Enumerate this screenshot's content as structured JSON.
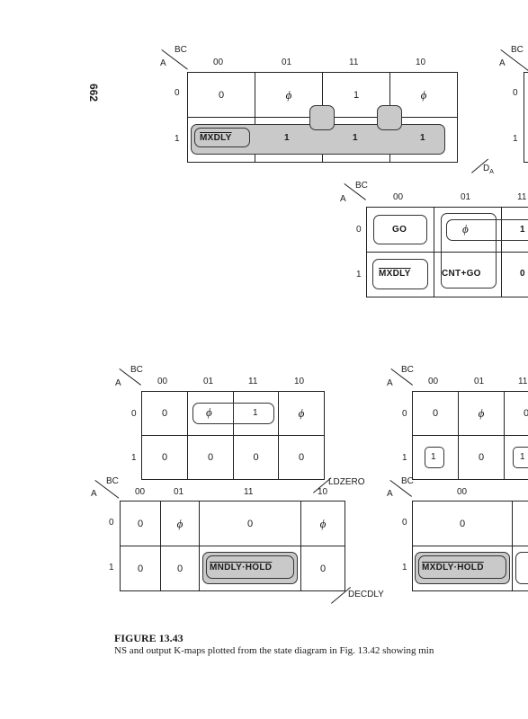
{
  "page_number": "662",
  "caption": {
    "title": "FIGURE 13.43",
    "text": "NS and output K-maps plotted from the state diagram in Fig. 13.42 showing min"
  },
  "headers": {
    "rowvar": "A",
    "colvar": "BC",
    "cols": [
      "00",
      "01",
      "11",
      "10"
    ],
    "rows": [
      "0",
      "1"
    ]
  },
  "maps": {
    "da": {
      "label": "D",
      "label_sub": "A",
      "cells": [
        [
          "0",
          "ϕ",
          "1",
          "ϕ"
        ],
        [
          "MXDLY",
          "1",
          "1",
          "1"
        ]
      ]
    },
    "db": {
      "cells": [
        [
          "GO",
          "ϕ",
          "1"
        ],
        [
          "MXDLY",
          "CNT+GO",
          "0"
        ]
      ]
    },
    "ldzero": {
      "label": "LDZERO",
      "cells": [
        [
          "0",
          "ϕ",
          "1",
          "ϕ"
        ],
        [
          "0",
          "0",
          "0",
          "0"
        ]
      ]
    },
    "map4": {
      "cells": [
        [
          "0",
          "ϕ",
          "0"
        ],
        [
          "1",
          "0",
          "1"
        ]
      ]
    },
    "decdly": {
      "label": "DECDLY",
      "cells": [
        [
          "0",
          "ϕ",
          "0",
          "ϕ"
        ],
        [
          "0",
          "0",
          "MNDLY·HOLD",
          "0"
        ]
      ]
    },
    "map6": {
      "cells": [
        [
          "0"
        ],
        [
          "MXDLY·HOLD"
        ]
      ]
    }
  }
}
